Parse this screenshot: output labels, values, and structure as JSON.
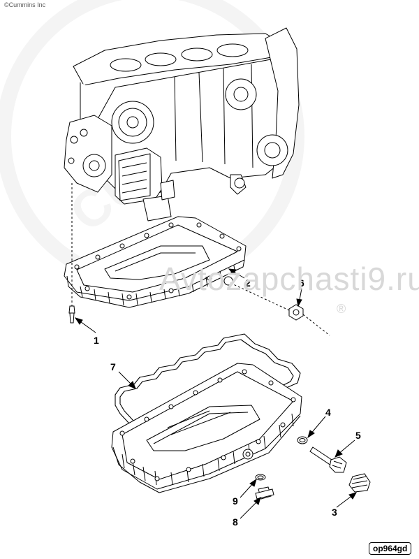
{
  "copyright": "©Cummins Inc",
  "watermark": "Avtozapchasti9.ru",
  "watermark_mark": "®",
  "watermark_logo_text": "Cummins",
  "figure_id": "op964gd",
  "callouts": [
    "1",
    "2",
    "3",
    "4",
    "5",
    "6",
    "7",
    "8",
    "9"
  ],
  "colors": {
    "line": "#000000",
    "watermark": "#d8d8d8"
  }
}
